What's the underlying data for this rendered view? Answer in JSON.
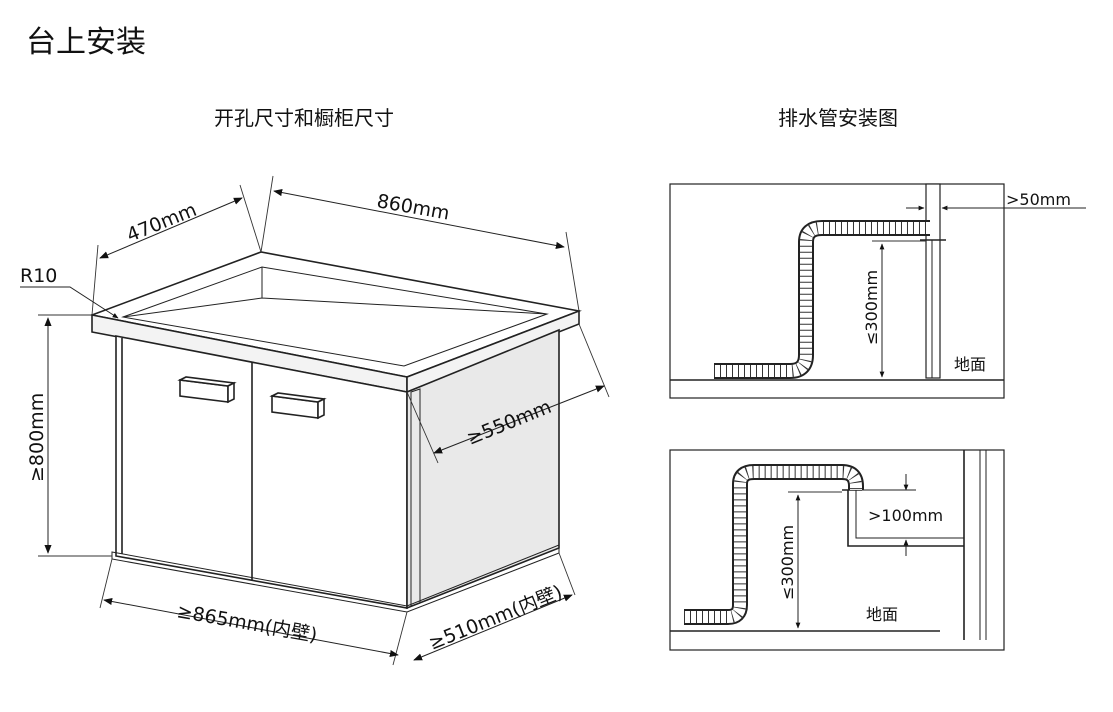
{
  "page_title": "台上安装",
  "left_diagram": {
    "subtitle": "开孔尺寸和橱柜尺寸",
    "labels": {
      "width_top": "860mm",
      "depth_top": "470mm",
      "radius": "R10",
      "height": "≥800mm",
      "inner_depth": "≥550mm",
      "bottom_width": "≥865mm(内壁)",
      "bottom_depth": "≥510mm(内壁)"
    }
  },
  "right_diagram": {
    "subtitle": "排水管安装图",
    "top": {
      "gap_label": ">50mm",
      "height_label": "≤300mm",
      "floor_label": "地面"
    },
    "bottom": {
      "gap_label": ">100mm",
      "height_label": "≤300mm",
      "floor_label": "地面"
    }
  }
}
